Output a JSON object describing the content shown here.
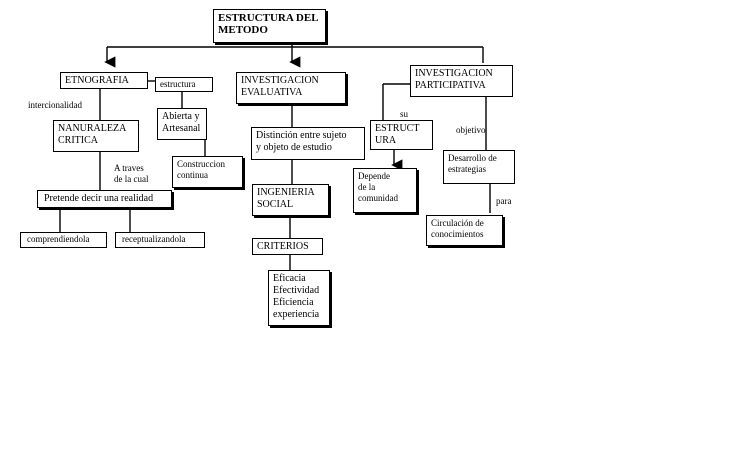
{
  "nodes": {
    "root": "ESTRUCTURA DEL\nMETODO",
    "etnografia": "ETNOGRAFIA",
    "estructura": "estructura",
    "naturaleza": "NANURALEZA\nCRITICA",
    "abierta": "Abierta y\nArtesanal",
    "construccion": "Construccion\ncontinua",
    "pretende": "Pretende decir una realidad",
    "comprendiendola": "comprendiendola",
    "reconceptualizandola": "receptualizandola",
    "evaluativa": "INVESTIGACION\nEVALUATIVA",
    "distincion": "Distinción entre sujeto\ny objeto de estudio",
    "ingenieria": "INGENIERIA\nSOCIAL",
    "criterios": "CRITERIOS",
    "eficacia": "Eficacia\nEfectividad\nEficiencia\nexperiencia",
    "participativa": "INVESTIGACION\nPARTICIPATIVA",
    "estructura_part": "ESTRUCT\nURA",
    "depende": "Depende\nde la\ncomunidad",
    "desarrollo": "Desarrollo de\nestrategias",
    "circulacion": "Circulación de\nconocimientos"
  },
  "labels": {
    "intercionalidad": "intercionalidad",
    "a_traves": "A traves\nde la cual",
    "su": "su",
    "objetivo": "objetivo",
    "para": "para"
  }
}
